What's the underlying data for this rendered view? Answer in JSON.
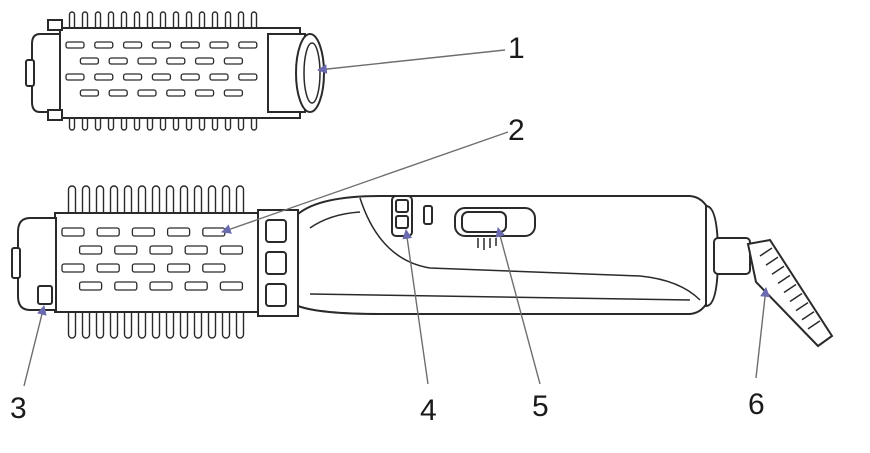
{
  "callouts": [
    {
      "id": "1",
      "label": "1"
    },
    {
      "id": "2",
      "label": "2"
    },
    {
      "id": "3",
      "label": "3"
    },
    {
      "id": "4",
      "label": "4"
    },
    {
      "id": "5",
      "label": "5"
    },
    {
      "id": "6",
      "label": "6"
    }
  ],
  "colors": {
    "outline": "#2a2a2a",
    "leader": "#6e6e6e",
    "arrowhead": "#6a6ab0",
    "background": "#ffffff"
  }
}
